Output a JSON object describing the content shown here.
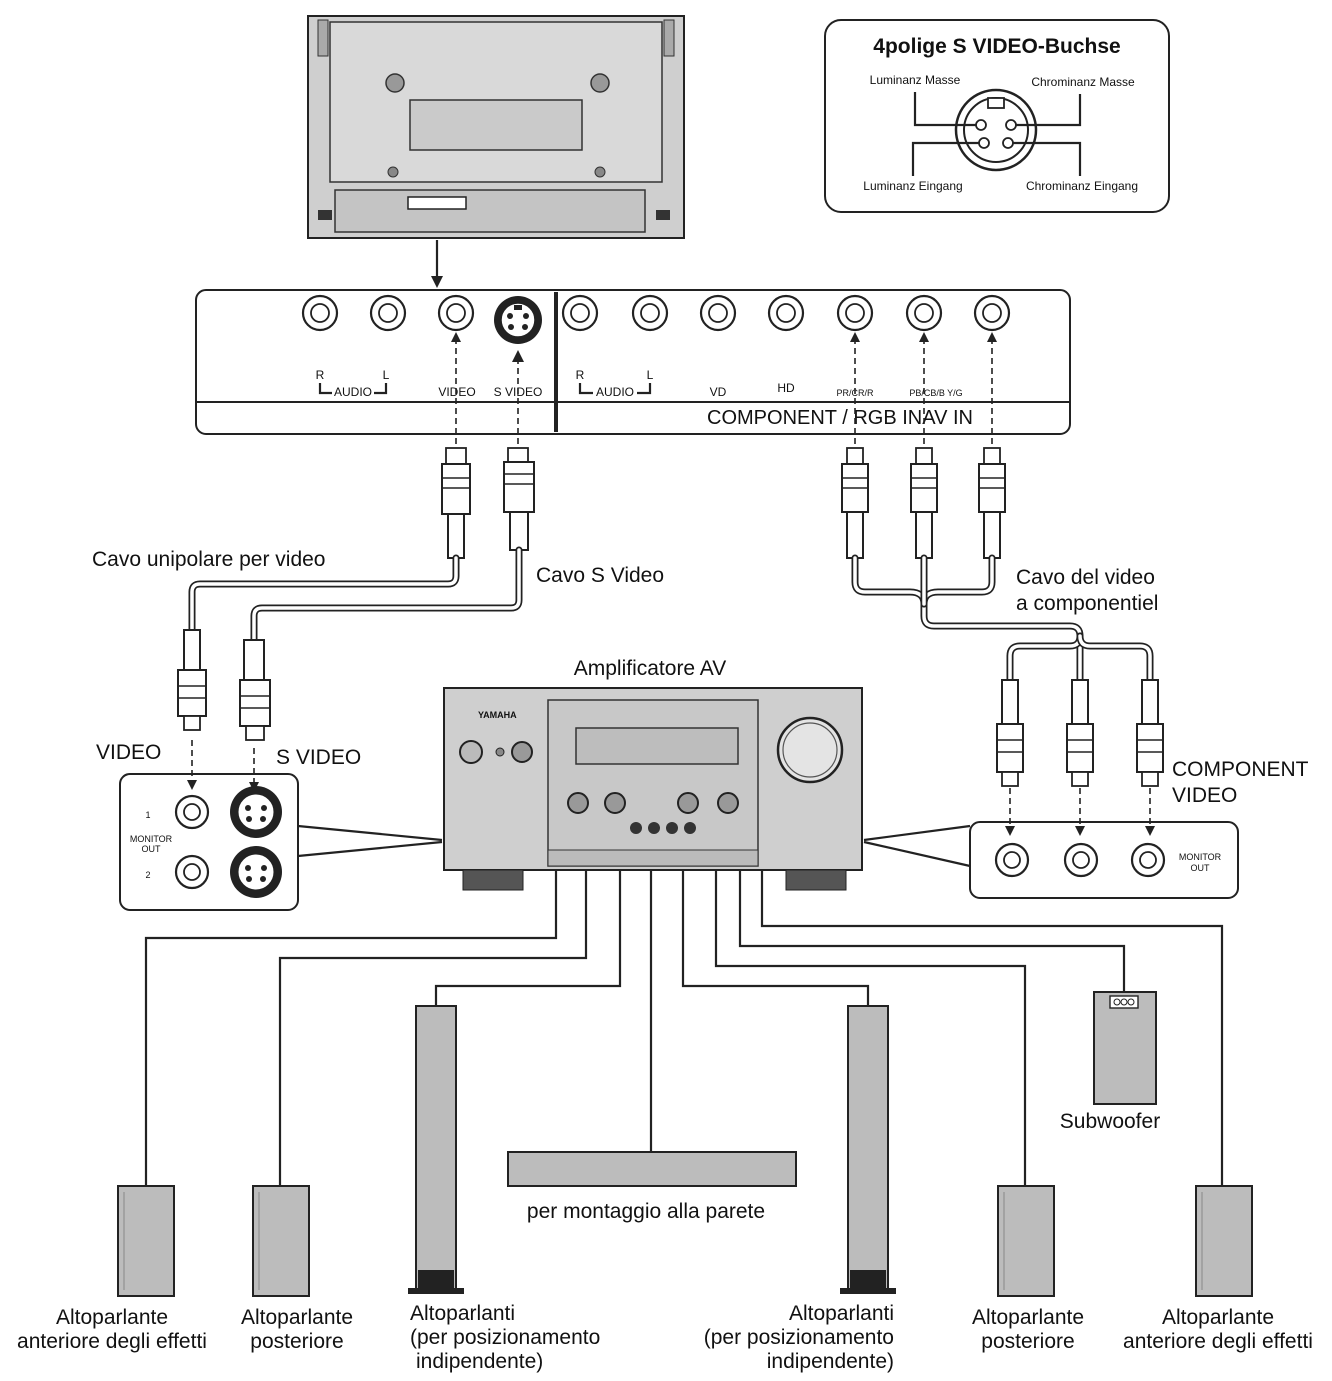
{
  "svideo_socket": {
    "title": "4polige S VIDEO-Buchse",
    "pins": {
      "luminance_ground": "Luminanz Masse",
      "chrominance_ground": "Chrominanz Masse",
      "luminance_input": "Luminanz Eingang",
      "chrominance_input": "Chrominanz Eingang"
    }
  },
  "tv_panel": {
    "audio_left_group": {
      "r": "R",
      "l": "L",
      "label": "AUDIO"
    },
    "video": "VIDEO",
    "svideo": "S VIDEO",
    "audio_right_group": {
      "r": "R",
      "l": "L",
      "label": "AUDIO"
    },
    "vd": "VD",
    "hd": "HD",
    "pr": "PR/CR/R",
    "pb": "PB/CB/B Y/G",
    "component_title": "COMPONENT / RGB INAV   IN"
  },
  "cables": {
    "single_video": "Cavo unipolare per video",
    "svideo": "Cavo S Video",
    "component_line1": "Cavo del video",
    "component_line2": "a componentiel"
  },
  "amplifier": {
    "label": "Amplificatore AV",
    "brand": "YAMAHA"
  },
  "monitor_left": {
    "video_label": "VIDEO",
    "svideo_label": "S VIDEO",
    "monitor_out_line1": "MONITOR",
    "monitor_out_line2": "OUT",
    "row1": "1",
    "row2": "2"
  },
  "monitor_right": {
    "label_line1": "COMPONENT",
    "label_line2": "VIDEO",
    "monitor_out_line1": "MONITOR",
    "monitor_out_line2": "OUT"
  },
  "speakers": {
    "subwoofer": "Subwoofer",
    "wall_mount": "per montaggio alla parete",
    "front_effects_left": {
      "line1": "Altoparlante",
      "line2": "anteriore degli effetti"
    },
    "rear_left": {
      "line1": "Altoparlante",
      "line2": "posteriore"
    },
    "standalone_left": {
      "line1": "Altoparlanti",
      "line2": "(per posizionamento",
      "line3": "indipendente)"
    },
    "standalone_right": {
      "line1": "Altoparlanti",
      "line2": "(per posizionamento",
      "line3": "indipendente)"
    },
    "rear_right": {
      "line1": "Altoparlante",
      "line2": "posteriore"
    },
    "front_effects_right": {
      "line1": "Altoparlante",
      "line2": "anteriore degli effetti"
    }
  }
}
